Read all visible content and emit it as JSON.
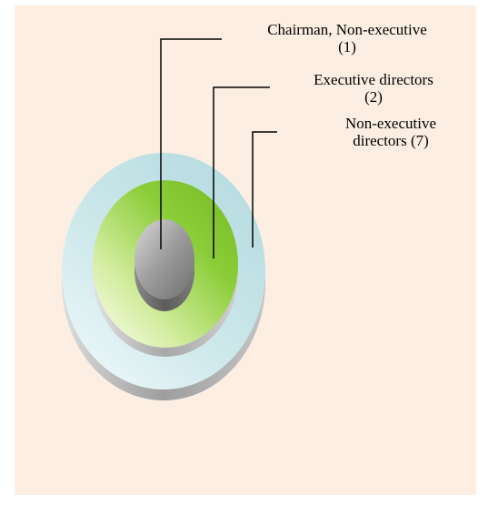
{
  "diagram": {
    "rings": [
      {
        "id": "non-executive-directors",
        "lines": [
          "Non-executive",
          "directors (7)"
        ],
        "color": "#b8dde2"
      },
      {
        "id": "executive-directors",
        "lines": [
          "Executive directors",
          "(2)"
        ],
        "color": "#8fd14a"
      },
      {
        "id": "chairman",
        "lines": [
          "Chairman, Non-executive",
          "(1)"
        ],
        "color": "#9a9a9a"
      }
    ],
    "background_color": "#fceee2"
  }
}
